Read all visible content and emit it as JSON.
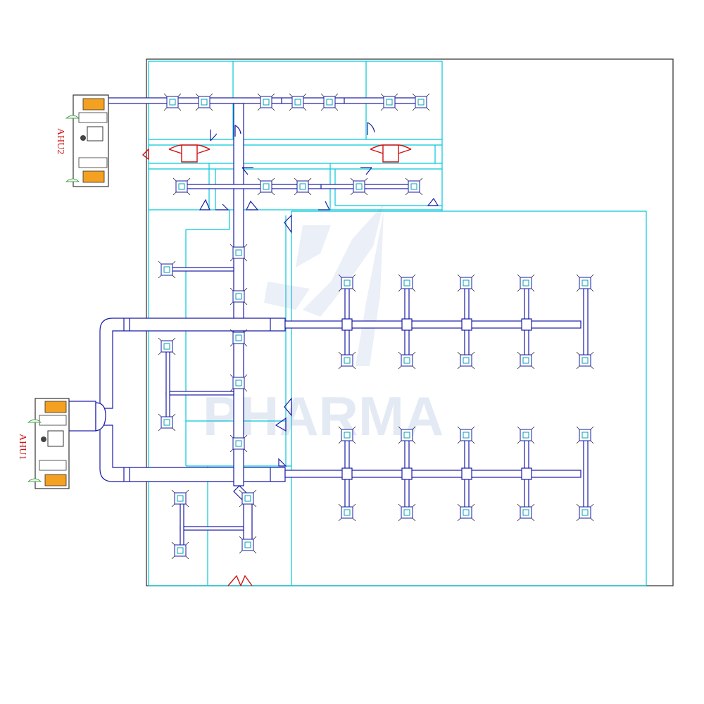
{
  "ahu_units": [
    {
      "id": "ahu2",
      "label": "AHU2"
    },
    {
      "id": "ahu1",
      "label": "AHU1"
    }
  ],
  "watermark": {
    "text": "PHARMA"
  },
  "colors": {
    "walls": "#00c8d8",
    "ducts": "#1a1aa8",
    "red_doors": "#d01010",
    "ahu_label": "#c81414",
    "watermark": "#6f8fc8"
  },
  "icons": [
    "ceiling-diffuser-icon",
    "door-swing-icon",
    "double-door-icon",
    "fan-icon",
    "filter-icon"
  ]
}
